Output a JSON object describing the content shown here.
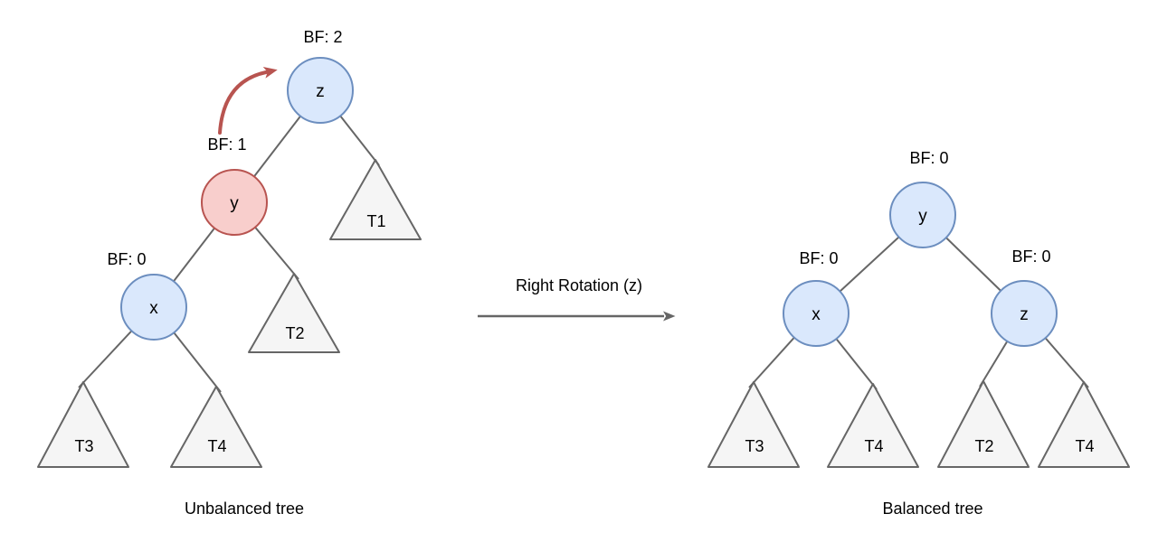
{
  "colors": {
    "background": "#ffffff",
    "node_blue_fill": "#dae8fc",
    "node_blue_stroke": "#6c8ebf",
    "node_red_fill": "#f8cecc",
    "node_red_stroke": "#b85450",
    "subtree_fill": "#f5f5f5",
    "subtree_stroke": "#666666",
    "edge": "#666666",
    "rotation_arrow": "#b85450",
    "transition_arrow": "#666666",
    "text": "#000000"
  },
  "unbalanced": {
    "caption": "Unbalanced tree",
    "node_z": {
      "label": "z",
      "bf": "BF: 2"
    },
    "node_y": {
      "label": "y",
      "bf": "BF: 1"
    },
    "node_x": {
      "label": "x",
      "bf": "BF: 0"
    },
    "subtree_t1": "T1",
    "subtree_t2": "T2",
    "subtree_t3": "T3",
    "subtree_t4": "T4"
  },
  "transition": {
    "label": "Right Rotation (z)"
  },
  "balanced": {
    "caption": "Balanced tree",
    "node_y": {
      "label": "y",
      "bf": "BF: 0"
    },
    "node_x": {
      "label": "x",
      "bf": "BF: 0"
    },
    "node_z": {
      "label": "z",
      "bf": "BF: 0"
    },
    "subtree_t3": "T3",
    "subtree_t4": "T4",
    "subtree_t2": "T2",
    "subtree_t4b": "T4"
  }
}
